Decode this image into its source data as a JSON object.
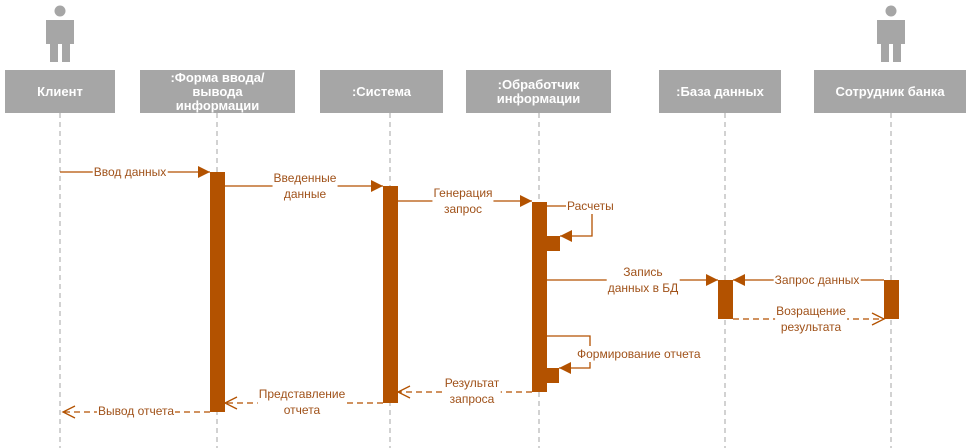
{
  "colors": {
    "accent": "#b35200",
    "label": "#a0521a",
    "header": "#a6a6a6"
  },
  "participants": [
    {
      "label": "Клиент",
      "actor": true
    },
    {
      "label": ":Форма ввода/\nвывода\nинформации",
      "actor": false
    },
    {
      "label": ":Система",
      "actor": false
    },
    {
      "label": ":Обработчик\nинформации",
      "actor": false
    },
    {
      "label": ":База данных",
      "actor": false
    },
    {
      "label": "Сотрудник банка",
      "actor": true
    }
  ],
  "messages": [
    {
      "label": "Ввод данных",
      "type": "sync"
    },
    {
      "label": "Введенные\nданные",
      "type": "sync"
    },
    {
      "label": "Генерация\nзапрос",
      "type": "sync"
    },
    {
      "label": "Расчеты",
      "type": "self"
    },
    {
      "label": "Запись\nданных в БД",
      "type": "sync"
    },
    {
      "label": "Запрос данных",
      "type": "sync"
    },
    {
      "label": "Возращение\nрезультата",
      "type": "return"
    },
    {
      "label": "Формирование отчета",
      "type": "self"
    },
    {
      "label": "Результат\nзапроса",
      "type": "return"
    },
    {
      "label": "Представление\nотчета",
      "type": "return"
    },
    {
      "label": "Вывод отчета",
      "type": "return"
    }
  ]
}
